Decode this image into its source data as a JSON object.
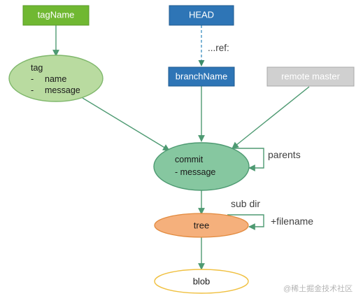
{
  "nodes": {
    "tagName": {
      "label": "tagName"
    },
    "head": {
      "label": "HEAD"
    },
    "branchName": {
      "label": "branchName"
    },
    "remoteMaster": {
      "label": "remote master"
    },
    "tag": {
      "line1": "tag",
      "line2_bullet": "-",
      "line2": "name",
      "line3_bullet": "-",
      "line3": "message"
    },
    "commit": {
      "line1": "commit",
      "line2": "- message"
    },
    "tree": {
      "label": "tree"
    },
    "blob": {
      "label": "blob"
    }
  },
  "edge_labels": {
    "ref": "...ref:",
    "parents": "parents",
    "sub_dir": "sub dir",
    "filename": "+filename"
  },
  "watermark": "@稀土掘金技术社区",
  "colors": {
    "green_box": "#70b832",
    "blue_box": "#2e75b6",
    "gray_box": "#d0d0d0",
    "green_ellipse_fill": "#b9dba0",
    "green_ellipse_stroke": "#7fb76b",
    "commit_fill": "#86c7a0",
    "commit_stroke": "#4e9a72",
    "tree_fill": "#f5b07c",
    "tree_stroke": "#e28a3e",
    "blob_stroke": "#f0c040",
    "arrow_green": "#4e9a72"
  }
}
